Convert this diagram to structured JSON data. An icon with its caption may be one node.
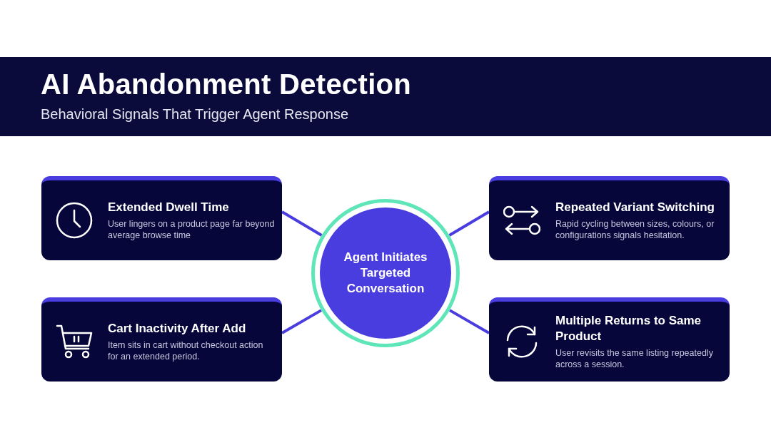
{
  "diagram": {
    "title": "AI Abandonment Detection",
    "caption": "Behavioral Signals That Trigger Agent Response",
    "nodes": [
      {
        "text": [
          "Extended Dwell Time",
          "User lingers on a product page far beyond average browse time"
        ]
      },
      {
        "text": [
          "Repeated Variant Switching",
          "Rapid cycling between sizes, colours, or configurations signals hesitation."
        ]
      },
      {
        "text": [
          "Agent Initiates Targeted Conversation"
        ]
      },
      {
        "text": [
          "Cart Inactivity After Add",
          "Item sits in cart without checkout action for an extended period."
        ]
      },
      {
        "text": [
          "Multiple Returns to Same Product",
          "User revisits the same listing repeatedly across a session."
        ]
      }
    ],
    "edges": [
      {
        "from": 0,
        "to": 2,
        "arrow": "none"
      },
      {
        "from": 1,
        "to": 2,
        "arrow": "none"
      },
      {
        "from": 3,
        "to": 2,
        "arrow": "none"
      },
      {
        "from": 4,
        "to": 2,
        "arrow": "none"
      }
    ]
  }
}
